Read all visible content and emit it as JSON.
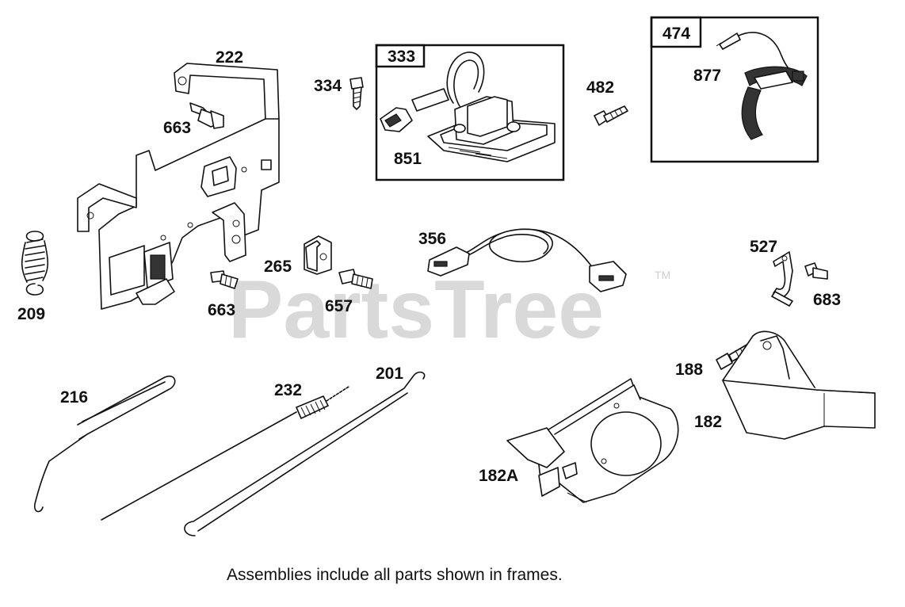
{
  "watermark": {
    "text": "PartsTree",
    "trademark": "TM"
  },
  "frames": [
    {
      "id": "frame-333",
      "label": "333"
    },
    {
      "id": "frame-474",
      "label": "474"
    }
  ],
  "parts": [
    {
      "id": "222",
      "label": "222",
      "icon": "control-bracket"
    },
    {
      "id": "663a",
      "label": "663",
      "icon": "screw"
    },
    {
      "id": "334",
      "label": "334",
      "icon": "screw"
    },
    {
      "id": "851",
      "label": "851",
      "icon": "spark-plug-boot"
    },
    {
      "id": "482",
      "label": "482",
      "icon": "screw"
    },
    {
      "id": "877",
      "label": "877",
      "icon": "ground-wire"
    },
    {
      "id": "356",
      "label": "356",
      "icon": "wire-harness"
    },
    {
      "id": "527",
      "label": "527",
      "icon": "clip"
    },
    {
      "id": "683",
      "label": "683",
      "icon": "screw"
    },
    {
      "id": "265",
      "label": "265",
      "icon": "clip"
    },
    {
      "id": "209",
      "label": "209",
      "icon": "spring"
    },
    {
      "id": "663b",
      "label": "663",
      "icon": "screw"
    },
    {
      "id": "657",
      "label": "657",
      "icon": "screw"
    },
    {
      "id": "216",
      "label": "216",
      "icon": "link-rod"
    },
    {
      "id": "232",
      "label": "232",
      "icon": "governor-spring"
    },
    {
      "id": "201",
      "label": "201",
      "icon": "link-rod"
    },
    {
      "id": "188",
      "label": "188",
      "icon": "screw"
    },
    {
      "id": "182",
      "label": "182",
      "icon": "blower-housing-cover"
    },
    {
      "id": "182A",
      "label": "182A",
      "icon": "blower-housing-cover"
    }
  ],
  "caption": "Assemblies include all parts shown in frames."
}
